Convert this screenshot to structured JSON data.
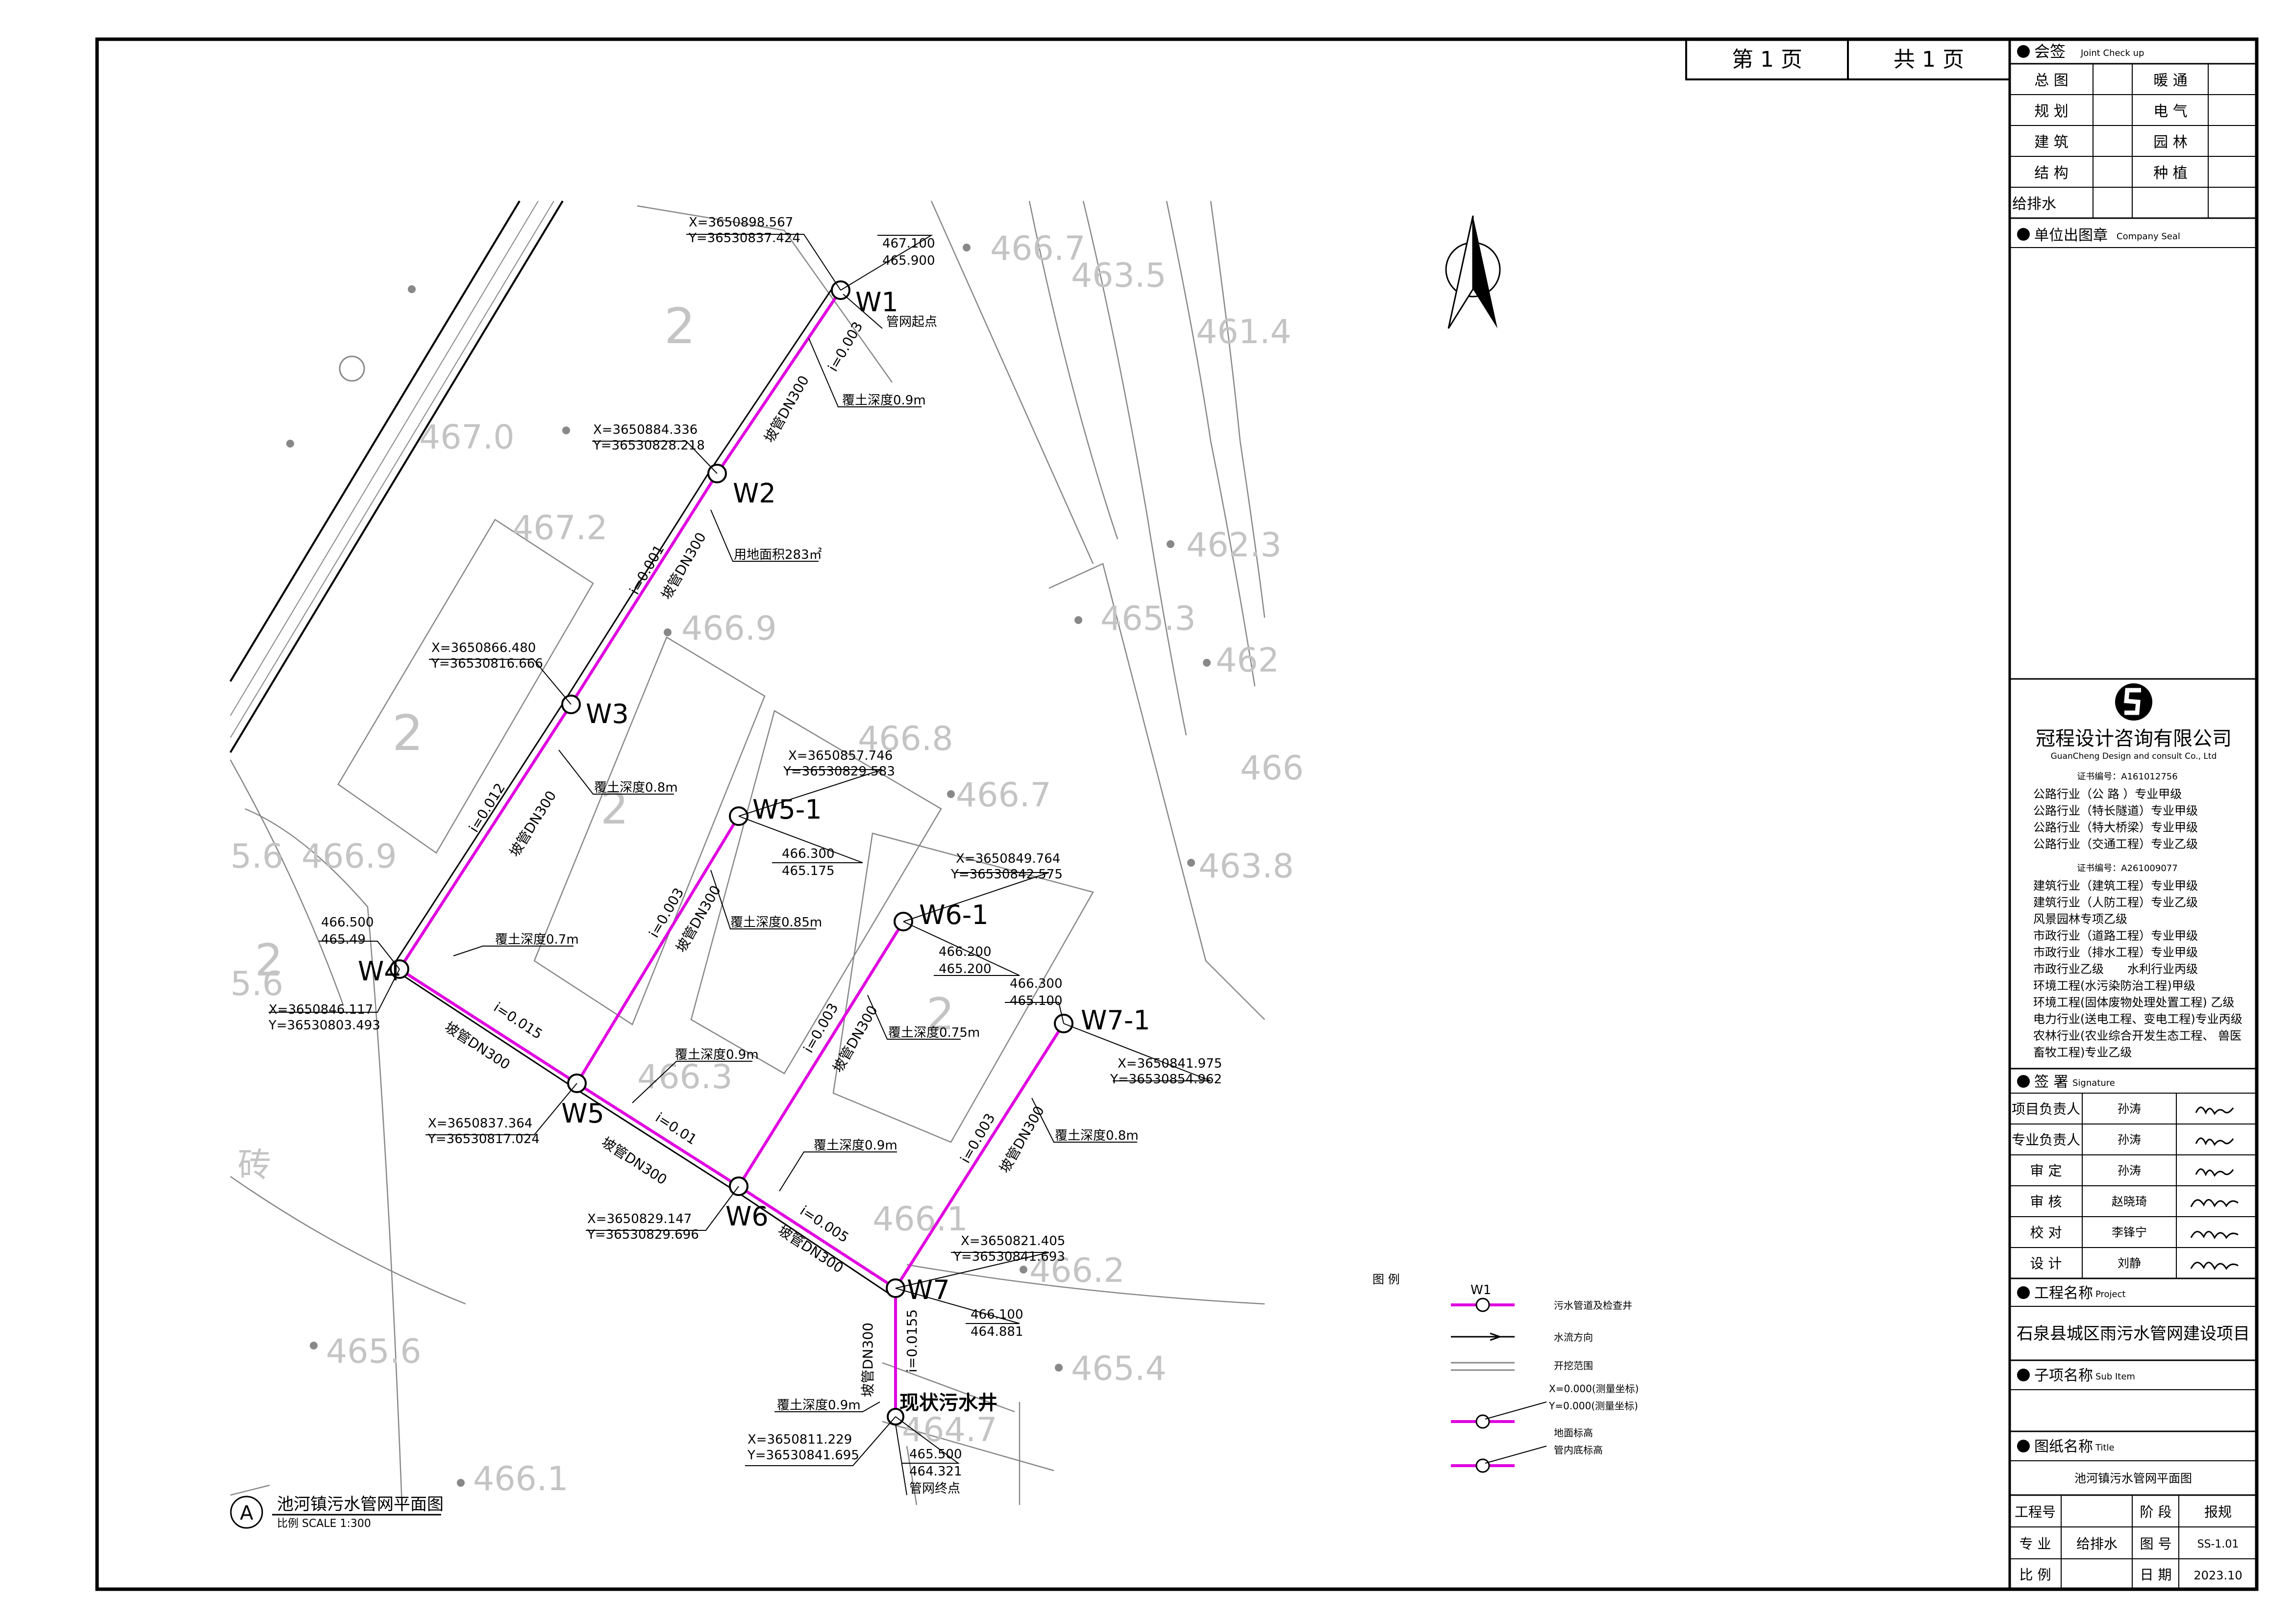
{
  "header": {
    "page_label": "第 1 页",
    "total_label": "共 1 页"
  },
  "title_block": {
    "joint_check": {
      "title": "会签",
      "title_en": "Joint Check up",
      "rows": [
        [
          "总 图",
          "暖 通"
        ],
        [
          "规 划",
          "电 气"
        ],
        [
          "建 筑",
          "园 林"
        ],
        [
          "结 构",
          "种 植"
        ],
        [
          "给排水",
          ""
        ]
      ]
    },
    "company_seal": {
      "title": "单位出图章",
      "title_en": "Company Seal"
    },
    "company": {
      "name": "冠程设计咨询有限公司",
      "name_en": "GuanCheng Design and consult Co., Ltd",
      "cert1": "证书编号：A161012756",
      "quals1": [
        "公路行业（公 路 ）专业甲级",
        "公路行业（特长隧道）专业甲级",
        "公路行业（特大桥梁）专业甲级",
        "公路行业（交通工程）专业乙级"
      ],
      "cert2": "证书编号：A261009077",
      "quals2": [
        "建筑行业（建筑工程）专业甲级",
        "建筑行业（人防工程）专业乙级",
        "风景园林专项乙级",
        "市政行业（道路工程）专业甲级",
        "市政行业（排水工程）专业甲级",
        "市政行业乙级　　水利行业丙级",
        "环境工程(水污染防治工程)甲级",
        "环境工程(固体废物处理处置工程) 乙级",
        "电力行业(送电工程、变电工程)专业丙级",
        "农林行业(农业综合开发生态工程、 兽医",
        "畜牧工程)专业乙级"
      ]
    },
    "signature": {
      "title": "签 署",
      "title_en": "Signature",
      "rows": [
        [
          "项目负责人",
          "孙涛"
        ],
        [
          "专业负责人",
          "孙涛"
        ],
        [
          "审 定",
          "孙涛"
        ],
        [
          "审 核",
          "赵晓琦"
        ],
        [
          "校 对",
          "李锋宁"
        ],
        [
          "设 计",
          "刘静"
        ]
      ]
    },
    "project": {
      "title": "工程名称",
      "title_en": "Project",
      "name": "石泉县城区雨污水管网建设项目"
    },
    "sub_item": {
      "title": "子项名称",
      "title_en": "Sub Item"
    },
    "drawing": {
      "title": "图纸名称",
      "title_en": "Title",
      "name": "池河镇污水管网平面图"
    },
    "info": {
      "project_no_label": "工程号",
      "phase_label": "阶 段",
      "phase": "报规",
      "discipline_label": "专 业",
      "discipline": "给排水",
      "drawing_no_label": "图 号",
      "drawing_no": "SS-1.01",
      "scale_label": "比 例",
      "date_label": "日 期",
      "date": "2023.10"
    }
  },
  "plan": {
    "title": "池河镇污水管网平面图",
    "scale_text": "比例 SCALE  1:300",
    "callout": "A",
    "elevations": [
      "466.7",
      "463.5",
      "461.4",
      "467.0",
      "467.2",
      "462.3",
      "465.3",
      "466.9",
      "462",
      "466.8",
      "466.7",
      "466",
      "463.8",
      "466.9",
      "466.3",
      "466.1",
      "466.2",
      "465.4",
      "465.6",
      "466.1",
      "464.7"
    ],
    "parcels": [
      "2",
      "2",
      "2",
      "2",
      "2"
    ],
    "road_marks": [
      "5.6",
      "5.6",
      "砖"
    ],
    "wells": [
      {
        "id": "W1",
        "x": "X=3650898.567",
        "y": "Y=36530837.424",
        "top": "467.100",
        "inv": "465.900"
      },
      {
        "id": "W2",
        "x": "X=3650884.336",
        "y": "Y=36530828.218"
      },
      {
        "id": "W3",
        "x": "X=3650866.480",
        "y": "Y=36530816.666"
      },
      {
        "id": "W4",
        "x": "X=3650846.117",
        "y": "Y=36530803.493",
        "top": "466.500",
        "inv": "465.49"
      },
      {
        "id": "W5",
        "x": "X=3650837.364",
        "y": "Y=36530817.024"
      },
      {
        "id": "W5-1",
        "x": "X=3650857.746",
        "y": "Y=36530829.583",
        "top": "466.300",
        "inv": "465.175"
      },
      {
        "id": "W6",
        "x": "X=3650829.147",
        "y": "Y=36530829.696"
      },
      {
        "id": "W6-1",
        "x": "X=3650849.764",
        "y": "Y=36530842.575",
        "top": "466.200",
        "inv": "465.200"
      },
      {
        "id": "W7",
        "x": "X=3650821.405",
        "y": "Y=36530841.693",
        "top": "466.100",
        "inv": "464.881"
      },
      {
        "id": "W7-1",
        "x": "X=3650841.975",
        "y": "Y=36530854.962",
        "top": "466.300",
        "inv": "465.100"
      },
      {
        "id": "现状污水井",
        "x": "X=3650811.229",
        "y": "Y=36530841.695",
        "top": "465.500",
        "inv": "464.321"
      }
    ],
    "pipe_label": "坡管DN300",
    "slopes": [
      "i=0.003",
      "i=0.001",
      "i=0.012",
      "i=0.015",
      "i=0.01",
      "i=0.005",
      "i=0.003",
      "i=0.003",
      "i=0.003",
      "i=0.0155"
    ],
    "covers": [
      "覆土深度0.9m",
      "覆土深度0.8m",
      "覆土深度0.7m",
      "覆土深度0.85m",
      "覆土深度0.9m",
      "覆土深度0.75m",
      "覆土深度0.9m",
      "覆土深度0.8m",
      "覆土深度0.9m"
    ],
    "notes": {
      "start": "管网起点",
      "end": "管网终点",
      "area": "用地面积283㎡"
    }
  },
  "legend": {
    "title": "图 例",
    "well_label": "W1",
    "items": [
      "污水管道及检查井",
      "水流方向",
      "开挖范围",
      "X=0.000(测量坐标)",
      "Y=0.000(测量坐标)",
      "地面标高",
      "管内底标高"
    ]
  },
  "colors": {
    "pipe": "#e000e0",
    "line": "#000000",
    "terrain": "#888888",
    "elev_text": "#c8c8c8"
  }
}
